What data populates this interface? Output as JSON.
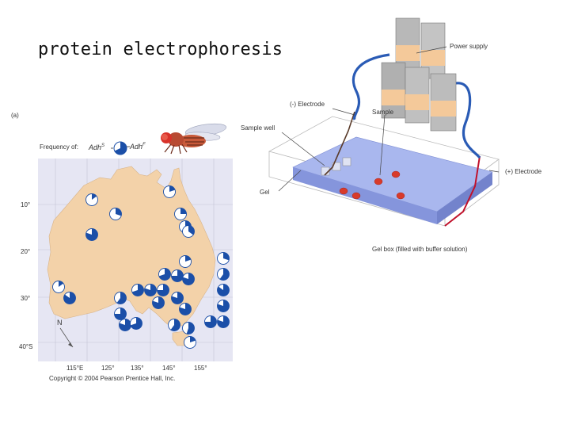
{
  "title": "protein electrophoresis",
  "panel_label": "(a)",
  "legend": {
    "frequency_label": "Frequency of:",
    "allele_s": "Adh",
    "allele_s_sup": "S",
    "allele_f": "Adh",
    "allele_f_sup": "F"
  },
  "map": {
    "lat_labels": [
      "10°",
      "20°",
      "30°",
      "40°S"
    ],
    "lon_labels": [
      "115°E",
      "125°",
      "135°",
      "145°",
      "155°"
    ],
    "north_label": "N",
    "copyright": "Copyright © 2004 Pearson Prentice Hall, Inc."
  },
  "apparatus": {
    "power_supply": "Power supply",
    "neg_electrode": "(-) Electrode",
    "sample": "Sample",
    "sample_well": "Sample well",
    "gel": "Gel",
    "pos_electrode": "(+) Electrode",
    "gel_box": "Gel box (filled with buffer solution)"
  },
  "colors": {
    "pie_blue": "#1b4fa8",
    "gel_blue": "#a9b7ee",
    "cable_blue": "#2a5bb5",
    "red_lead": "#c0102a",
    "sample_red": "#d83a2a",
    "box_tan": "#f4c99a",
    "box_gray": "#b8b8b8"
  }
}
